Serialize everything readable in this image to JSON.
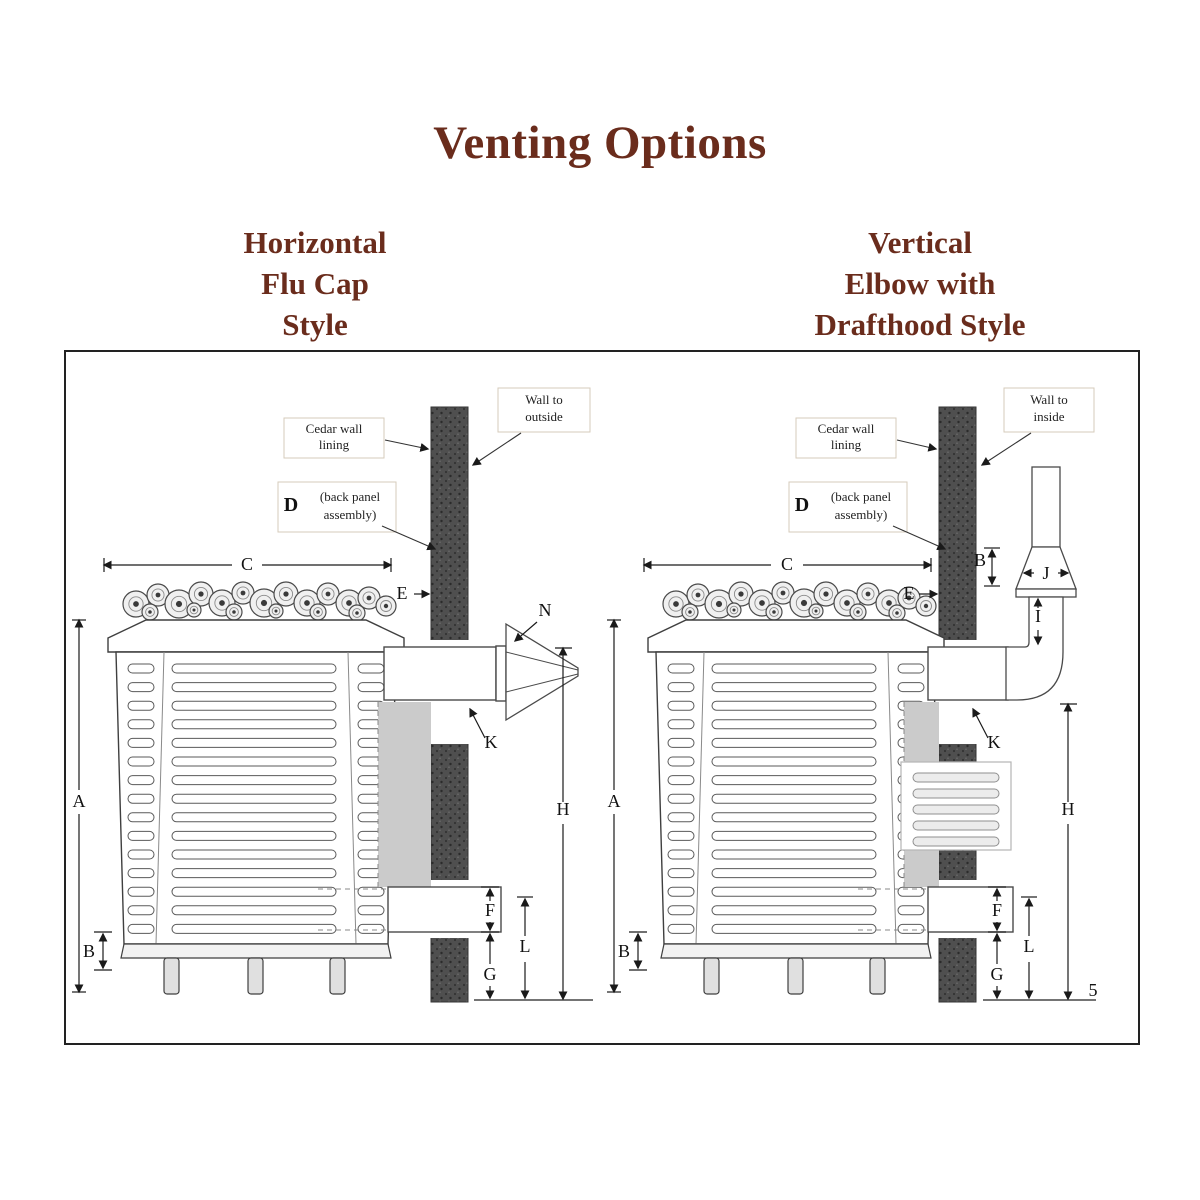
{
  "title": "Venting Options",
  "page_number": "5",
  "accent_color": "#6a2c1c",
  "wall_color": "#4f4f4f",
  "left": {
    "subtitle": {
      "line1": "Horizontal",
      "line2": "Flu Cap",
      "line3": "Style"
    },
    "labels": {
      "cedar1": "Cedar wall",
      "cedar2": "lining",
      "wall1": "Wall to",
      "wall2": "outside",
      "d": "D",
      "d1": "(back panel",
      "d2": "assembly)"
    },
    "dims": {
      "A": "A",
      "B": "B",
      "C": "C",
      "E": "E",
      "F": "F",
      "G": "G",
      "H": "H",
      "K": "K",
      "L": "L",
      "N": "N"
    }
  },
  "right": {
    "subtitle": {
      "line1": "Vertical",
      "line2": "Elbow with",
      "line3": "Drafthood Style"
    },
    "labels": {
      "cedar1": "Cedar wall",
      "cedar2": "lining",
      "wall1": "Wall to",
      "wall2": "inside",
      "d": "D",
      "d1": "(back panel",
      "d2": "assembly)"
    },
    "dims": {
      "A": "A",
      "B": "B",
      "C": "C",
      "E": "E",
      "F": "F",
      "G": "G",
      "H": "H",
      "I": "I",
      "J": "J",
      "K": "K",
      "L": "L"
    }
  }
}
